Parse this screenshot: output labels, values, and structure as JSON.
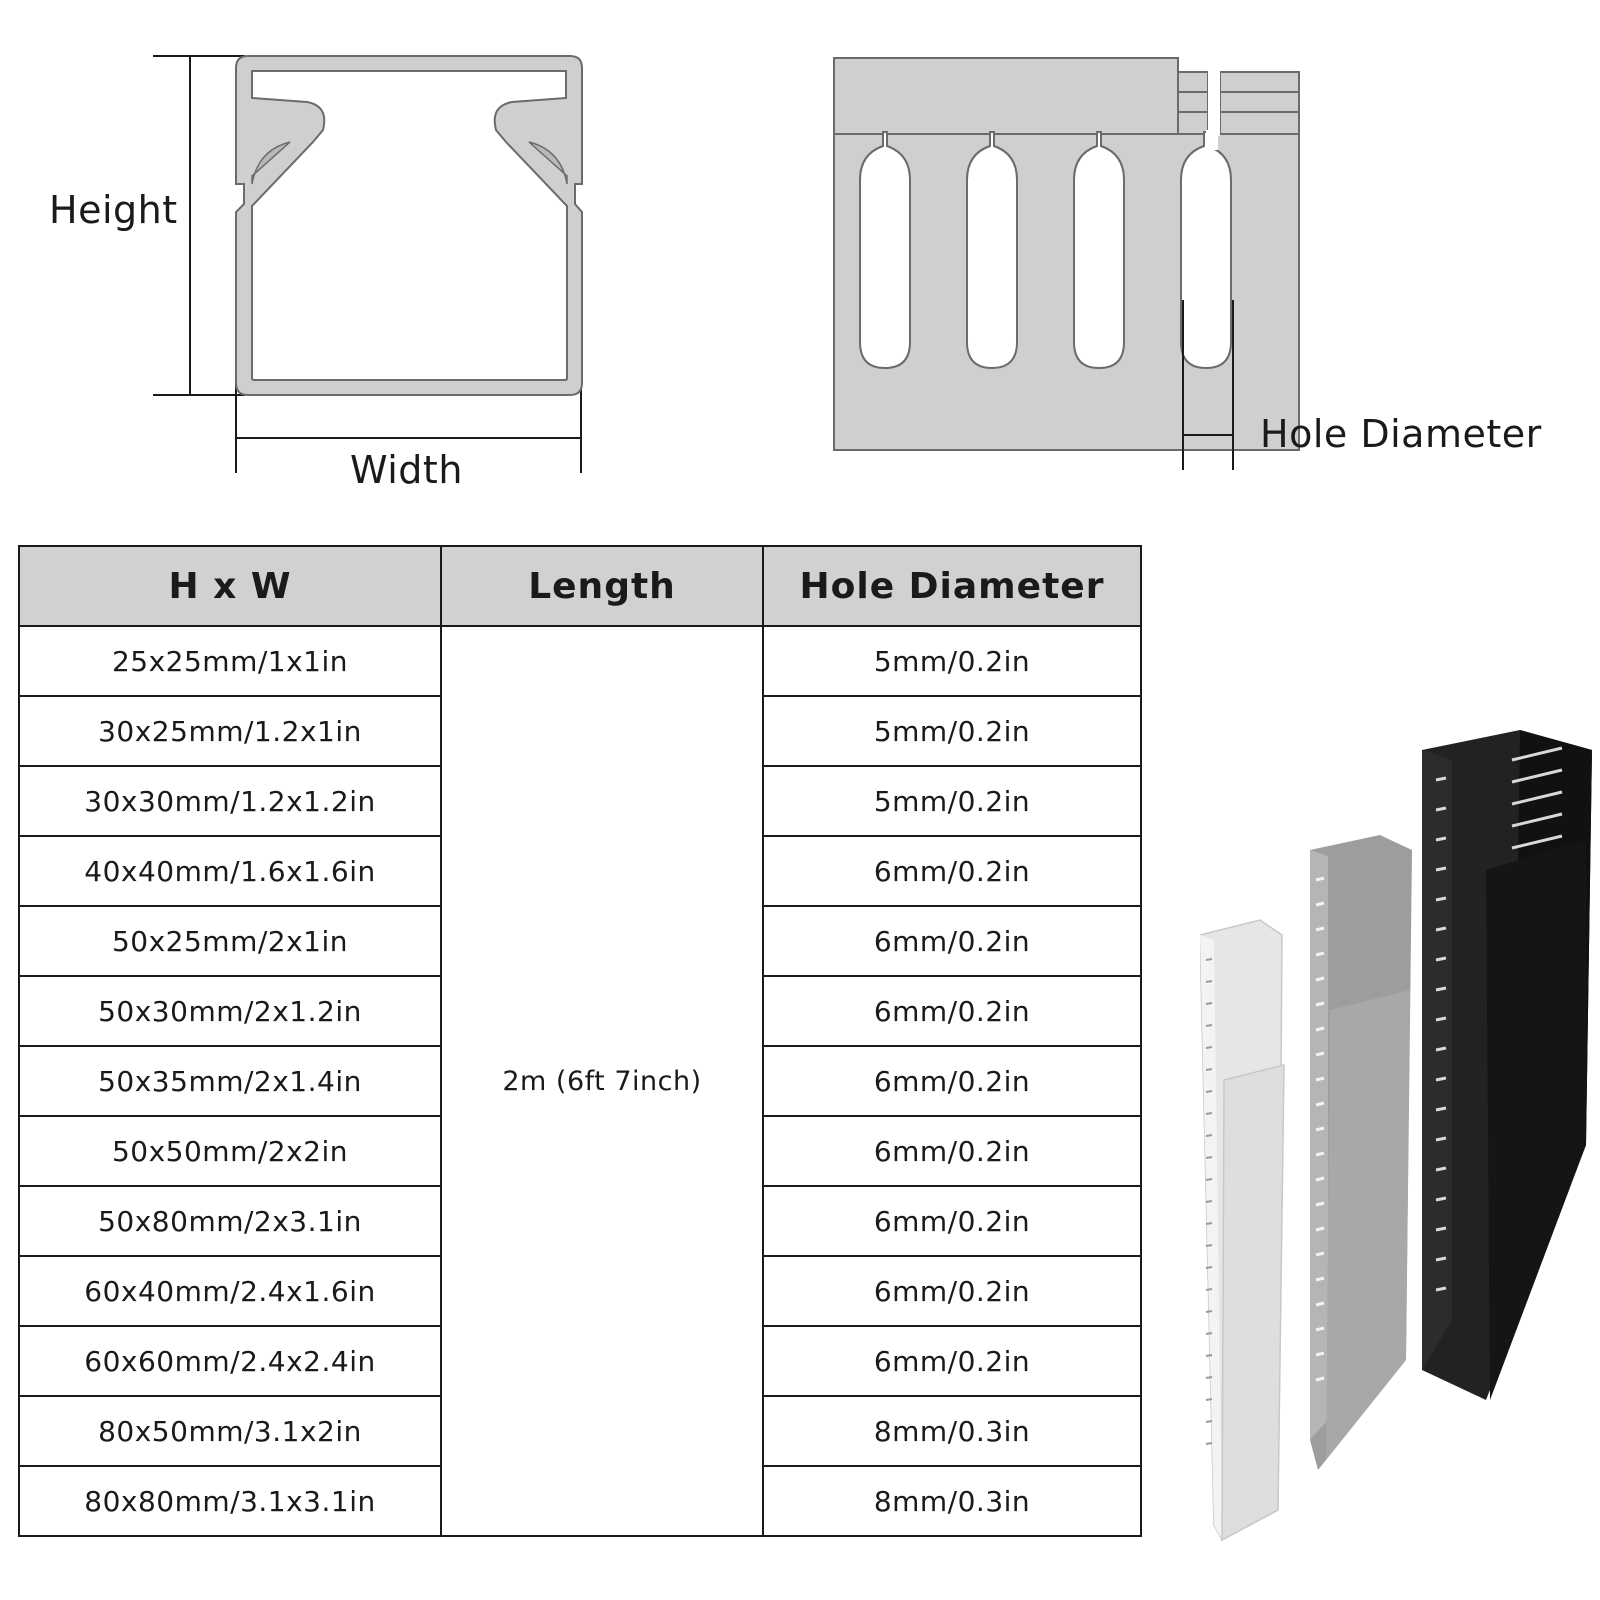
{
  "diagram": {
    "height_label": "Height",
    "width_label": "Width",
    "hole_label": "Hole Diameter"
  },
  "table": {
    "headers": [
      "H x W",
      "Length",
      "Hole Diameter"
    ],
    "length": "2m (6ft 7inch)",
    "rows": [
      {
        "size": "25x25mm/1x1in",
        "hole": "5mm/0.2in"
      },
      {
        "size": "30x25mm/1.2x1in",
        "hole": "5mm/0.2in"
      },
      {
        "size": "30x30mm/1.2x1.2in",
        "hole": "5mm/0.2in"
      },
      {
        "size": "40x40mm/1.6x1.6in",
        "hole": "6mm/0.2in"
      },
      {
        "size": "50x25mm/2x1in",
        "hole": "6mm/0.2in"
      },
      {
        "size": "50x30mm/2x1.2in",
        "hole": "6mm/0.2in"
      },
      {
        "size": "50x35mm/2x1.4in",
        "hole": "6mm/0.2in"
      },
      {
        "size": "50x50mm/2x2in",
        "hole": "6mm/0.2in"
      },
      {
        "size": "50x80mm/2x3.1in",
        "hole": "6mm/0.2in"
      },
      {
        "size": "60x40mm/2.4x1.6in",
        "hole": "6mm/0.2in"
      },
      {
        "size": "60x60mm/2.4x2.4in",
        "hole": "6mm/0.2in"
      },
      {
        "size": "80x50mm/3.1x2in",
        "hole": "8mm/0.3in"
      },
      {
        "size": "80x80mm/3.1x3.1in",
        "hole": "8mm/0.3in"
      }
    ]
  },
  "colors": {
    "profile_fill": "#cfcfcf",
    "line": "#1a1a1a",
    "header_bg": "#d1d1d3",
    "duct_white": "#e6e6e6",
    "duct_grey": "#a7a8aa",
    "duct_black": "#151515"
  }
}
